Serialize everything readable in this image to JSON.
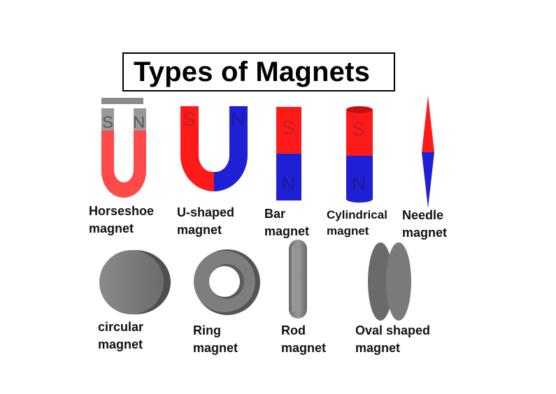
{
  "title": "Types of Magnets",
  "colors": {
    "south_red": "#ff1a1a",
    "north_blue": "#1f1fd6",
    "horseshoe_red": "#ff4a4a",
    "grey_body": "#7a7a7a",
    "grey_dark": "#4f4f4f"
  },
  "magnets": [
    {
      "id": "horseshoe",
      "caption": [
        "Horseshoe",
        "magnet"
      ],
      "poles": [
        "S",
        "N"
      ]
    },
    {
      "id": "u-shaped",
      "caption": [
        "U-shaped",
        "magnet"
      ],
      "poles": [
        "S",
        "N"
      ]
    },
    {
      "id": "bar",
      "caption": [
        "Bar",
        "magnet"
      ],
      "poles": [
        "S",
        "N"
      ]
    },
    {
      "id": "cylindrical",
      "caption": [
        "Cylindrical",
        "magnet"
      ],
      "poles": [
        "S",
        "N"
      ]
    },
    {
      "id": "needle",
      "caption": [
        "Needle",
        "magnet"
      ]
    },
    {
      "id": "circular",
      "caption": [
        "circular",
        "magnet"
      ]
    },
    {
      "id": "ring",
      "caption": [
        "Ring",
        "magnet"
      ]
    },
    {
      "id": "rod",
      "caption": [
        "Rod",
        "magnet"
      ]
    },
    {
      "id": "oval",
      "caption": [
        "Oval shaped",
        "magnet"
      ]
    }
  ]
}
